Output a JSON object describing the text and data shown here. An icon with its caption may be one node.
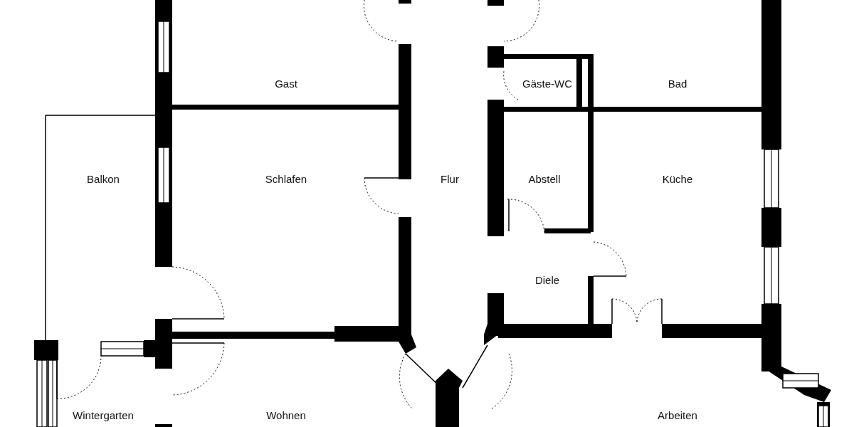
{
  "diagram": {
    "labels": [
      "Gast",
      "Gäste-WC",
      "Bad",
      "Balkon",
      "Schlafen",
      "Flur",
      "Abstell",
      "Küche",
      "Diele",
      "Wintergarten",
      "Wohnen",
      "Arbeiten"
    ]
  }
}
